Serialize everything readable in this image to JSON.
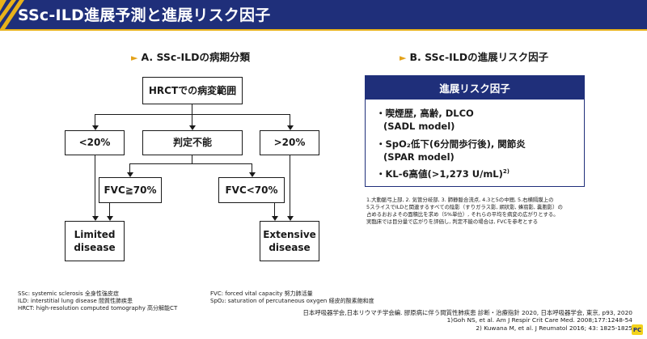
{
  "header": {
    "title": "SSc-ILD進展予測と進展リスク因子"
  },
  "section_a": {
    "heading": "A. SSc-ILDの病期分類",
    "nodes": {
      "hrct": "HRCTでの病変範囲",
      "lt20": "<20%",
      "indeterminate": "判定不能",
      "gt20": ">20%",
      "fvc_ge70": "FVC≧70%",
      "fvc_lt70": "FVC<70%",
      "limited_line1": "Limited",
      "limited_line2": "disease",
      "extensive_line1": "Extensive",
      "extensive_line2": "disease"
    }
  },
  "section_b": {
    "heading": "B. SSc-ILDの進展リスク因子",
    "panel_title": "進展リスク因子",
    "items": [
      {
        "line1": "・喫煙歴, 高齢, DLCO",
        "line2": "(SADL model)",
        "sup": ""
      },
      {
        "line1": "・SpO₂低下(6分間歩行後), 関節炎",
        "line2": "(SPAR model)",
        "sup": ""
      },
      {
        "line1": "・KL-6高値(>1,273 U/mL)",
        "line2": "",
        "sup": "2)"
      }
    ]
  },
  "notes": [
    "1.大動脈弓上部, 2. 気管分岐部, 3. 肺静脈合流点, 4.3と5の中間, 5.右横隔膜上の",
    "5スライスでILDと関連するすべての陰影（すりガラス影, 網状影, 蜂窩影, 嚢胞影）の",
    "占めるおおよその面積比を求め（5%単位）, それらの平均を病変の広がりとする。",
    "実臨床では目分量で広がりを評価し, 判定不能の場合は, FVCを参考とする"
  ],
  "abbreviations": {
    "left": [
      "SSc: systemic sclerosis 全身性強皮症",
      "ILD: interstitial lung disease 間質性肺疾患",
      "HRCT: high-resolution computed tomography 高分解能CT"
    ],
    "right": [
      "FVC: forced vital capacity 努力肺活量",
      "SpO₂: saturation of percutaneous oxygen 経皮的酸素飽和度"
    ]
  },
  "references": [
    "日本呼吸器学会,日本リウマチ学会編. 膠原病に伴う間質性肺疾患 診断・治療指針 2020, 日本呼吸器学会, 東京, p93, 2020",
    "1)Goh NS, et al. Am J Respir Crit Care Med. 2008;177:1248-54",
    "2) Kuwana M, et al. J Reumatol 2016; 43: 1825-1825"
  ],
  "logo": {
    "text": "PC"
  },
  "colors": {
    "navy": "#1f2f7a",
    "gold": "#e8b21a",
    "arrow_orange": "#e3a21a"
  }
}
